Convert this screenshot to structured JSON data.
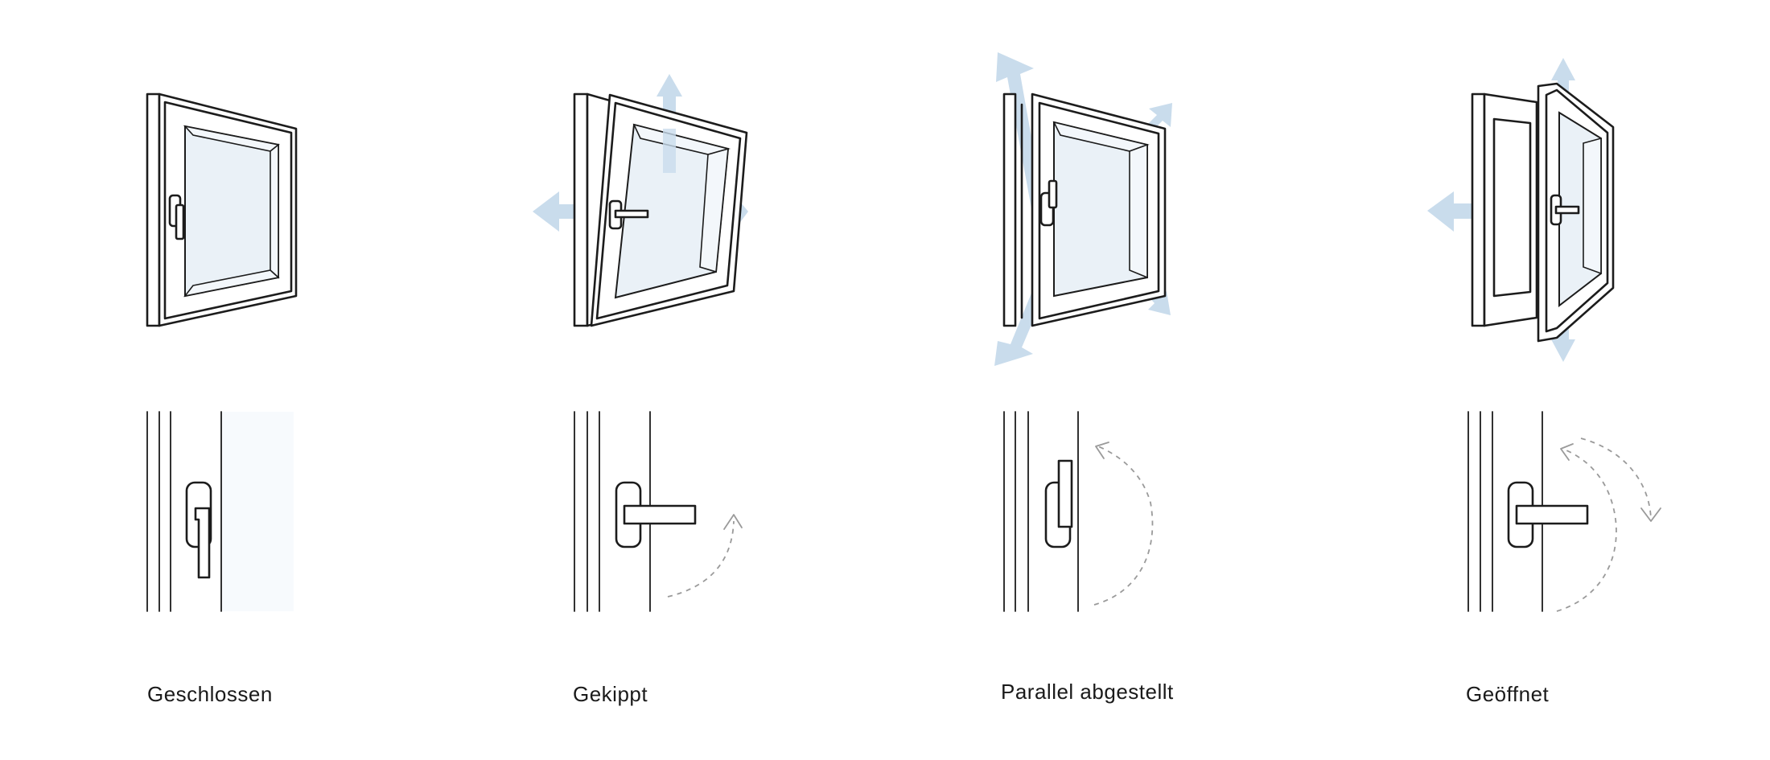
{
  "states": [
    {
      "id": "closed",
      "label": "Geschlossen",
      "icon": "closed-window-icon"
    },
    {
      "id": "tilted",
      "label": "Gekippt",
      "icon": "tilted-window-icon"
    },
    {
      "id": "parallel",
      "label": "Parallel abgestellt",
      "icon": "parallel-window-icon"
    },
    {
      "id": "open",
      "label": "Geöffnet",
      "icon": "open-window-icon"
    }
  ],
  "colors": {
    "line": "#1c1c1c",
    "airflow_arrow": "#c9dcec",
    "glass": "#eaf1f7",
    "dashed_motion": "#9a9a9a"
  }
}
